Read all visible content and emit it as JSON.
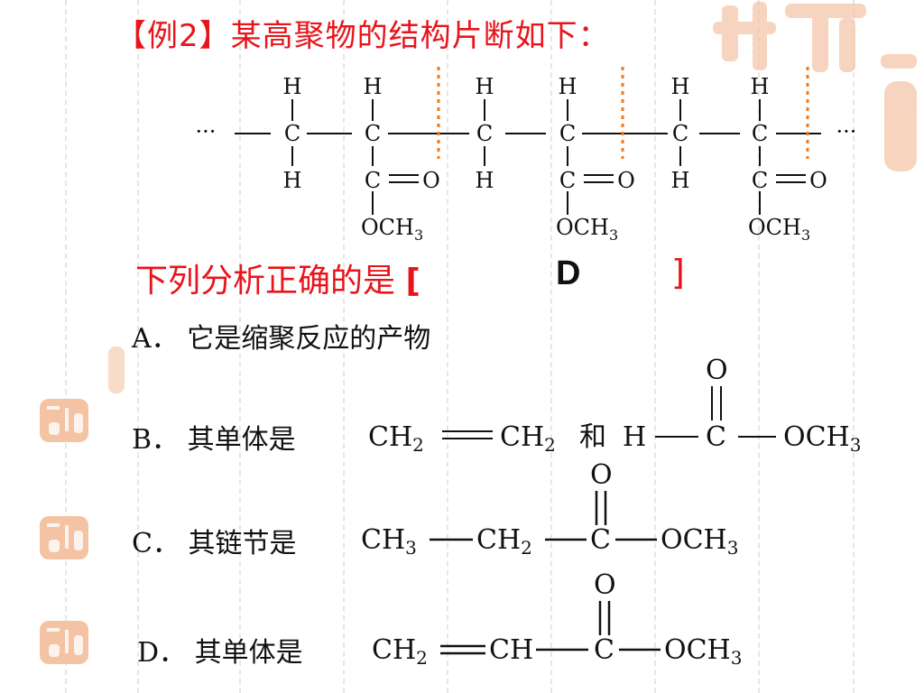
{
  "title": "【例2】某高聚物的结构片断如下：",
  "structure": {
    "h": "H",
    "c": "C",
    "o": "O",
    "och3": "OCH",
    "sub3": "3",
    "ellipsis": "···"
  },
  "question": {
    "text": "下列分析正确的是",
    "left_bracket": "[",
    "answer": "D",
    "right_bracket": "]"
  },
  "options": {
    "a": {
      "label": "A．",
      "text": "它是缩聚反应的产物"
    },
    "b": {
      "label": "B．",
      "text": "其单体是",
      "m1": "CH",
      "m1sub": "2",
      "m2": "CH",
      "m2sub": "2",
      "and": "和",
      "h": "H",
      "c": "C",
      "o": "O",
      "och": "OCH",
      "sub3": "3"
    },
    "c": {
      "label": "C．",
      "text": "其链节是",
      "g1": "CH",
      "g1sub": "3",
      "g2": "CH",
      "g2sub": "2",
      "c": "C",
      "o": "O",
      "och": "OCH",
      "sub3": "3"
    },
    "d": {
      "label": "D．",
      "text": "其单体是",
      "g1": "CH",
      "g1sub": "2",
      "g2": "CH",
      "c": "C",
      "o": "O",
      "och": "OCH",
      "sub3": "3"
    }
  },
  "colors": {
    "accent_red": "#e8141c",
    "divider_orange": "#f07a1a",
    "seal_tint": "#f3c3a4"
  }
}
